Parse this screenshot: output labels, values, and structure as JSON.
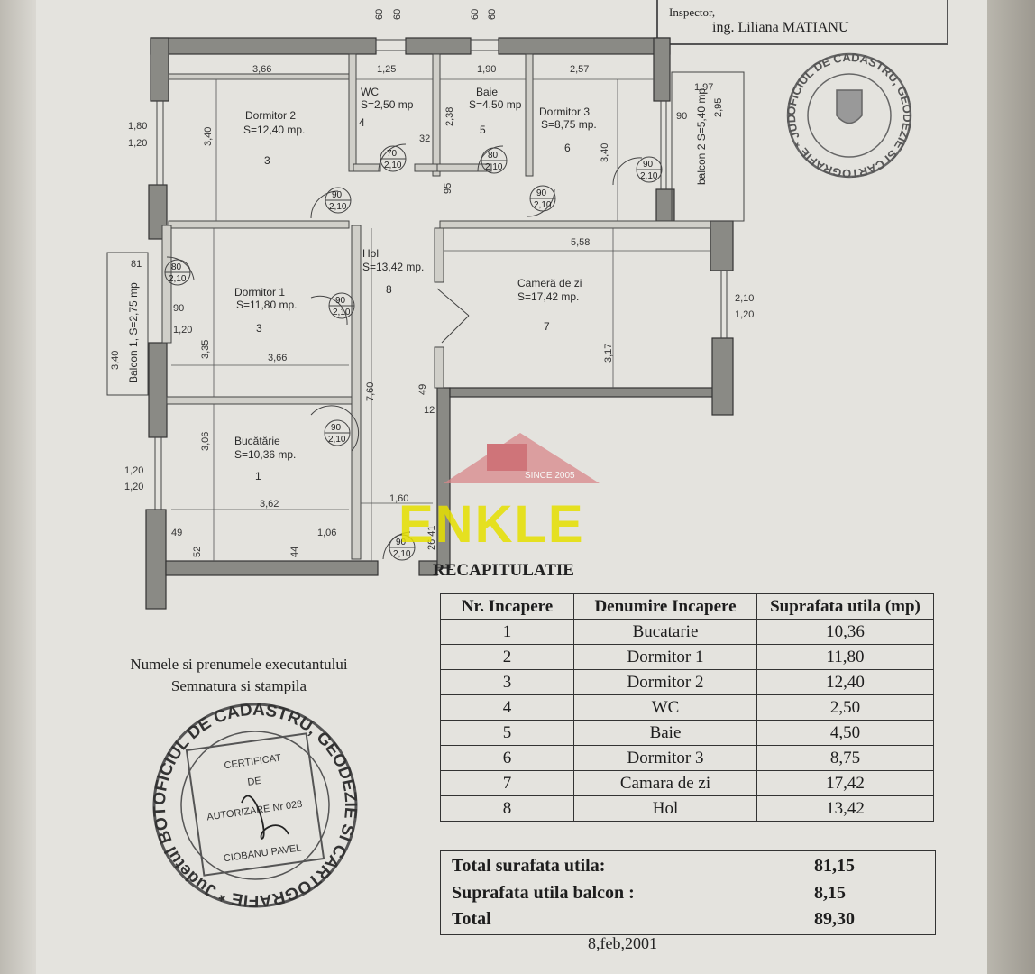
{
  "inspector": {
    "label": "Inspector,",
    "name": "ing. Liliana MATIANU"
  },
  "plan": {
    "rooms": [
      {
        "name": "Dormitor 2",
        "area": "S=12,40 mp.",
        "num": "3"
      },
      {
        "name": "WC",
        "area": "S=2,50 mp",
        "num": "4"
      },
      {
        "name": "Baie",
        "area": "S=4,50 mp",
        "num": "5"
      },
      {
        "name": "Dormitor 3",
        "area": "S=8,75 mp.",
        "num": "6"
      },
      {
        "name": "Hol",
        "area": "S=13,42 mp.",
        "num": "8"
      },
      {
        "name": "Dormitor 1",
        "area": "S=11,80 mp.",
        "num": "3"
      },
      {
        "name": "Cameră de zi",
        "area": "S=17,42 mp.",
        "num": "7"
      },
      {
        "name": "Bucătărie",
        "area": "S=10,36 mp.",
        "num": "1"
      }
    ],
    "balcony1": "Balcon 1, S=2,75 mp",
    "balcony2": "balcon 2 S=5,40 mp",
    "dims": {
      "top60a": "60",
      "top60b": "60",
      "top60c": "60",
      "top60d": "60",
      "d366a": "3,66",
      "d125": "1,25",
      "d190": "1,90",
      "d257": "2,57",
      "d340a": "3,40",
      "d238": "2,38",
      "d32": "32",
      "d340b": "3,40",
      "d197": "1,97",
      "d295": "2,95",
      "d90a": "90",
      "d180": "1,80",
      "d120a": "1,20",
      "d95": "95",
      "d558": "5,58",
      "d81": "81",
      "d90b": "90",
      "d120b": "1,20",
      "d335": "3,35",
      "d366b": "3,66",
      "d340c": "3,40",
      "d210": "2,10",
      "d120c": "1,20",
      "d317": "3,17",
      "d760": "7,60",
      "d49a": "49",
      "d12": "12",
      "d306": "3,06",
      "d120d": "1,20",
      "d120e": "1,20",
      "d362": "3,62",
      "d160": "1,60",
      "d49b": "49",
      "d52": "52",
      "d44": "44",
      "d106": "1,06",
      "d2641": "26 41"
    },
    "doors": [
      {
        "w": "70",
        "h": "2,10"
      },
      {
        "w": "80",
        "h": "2,10"
      },
      {
        "w": "90",
        "h": "2,10"
      },
      {
        "w": "90",
        "h": "2,10"
      },
      {
        "w": "90",
        "h": "2,10"
      },
      {
        "w": "80",
        "h": "2,10"
      },
      {
        "w": "90",
        "h": "2,10"
      },
      {
        "w": "90",
        "h": "2,10"
      },
      {
        "w": "90",
        "h": "2,10"
      }
    ]
  },
  "recap": {
    "title": "RECAPITULATIE",
    "headers": [
      "Nr. Incapere",
      "Denumire Incapere",
      "Suprafata utila (mp)"
    ],
    "rows": [
      [
        "1",
        "Bucatarie",
        "10,36"
      ],
      [
        "2",
        "Dormitor 1",
        "11,80"
      ],
      [
        "3",
        "Dormitor 2",
        "12,40"
      ],
      [
        "4",
        "WC",
        "2,50"
      ],
      [
        "5",
        "Baie",
        "4,50"
      ],
      [
        "6",
        "Dormitor 3",
        "8,75"
      ],
      [
        "7",
        "Camara de zi",
        "17,42"
      ],
      [
        "8",
        "Hol",
        "13,42"
      ]
    ],
    "totals": [
      {
        "label": "Total surafata utila:",
        "value": "81,15"
      },
      {
        "label": "Suprafata utila balcon :",
        "value": "8,15"
      },
      {
        "label": "Total",
        "value": "89,30"
      }
    ]
  },
  "executant": {
    "line1": "Numele si prenumele executantului",
    "line2": "Semnatura si stampila"
  },
  "stamp_left": {
    "ring": "OFICIUL DE CADASTRU, GEODEZIE SI CARTOGRAFIE * Judetul BOTOSANI *",
    "inner": [
      "CERTIFICAT",
      "DE",
      "AUTORIZARE Nr 028",
      "CIOBANU PAVEL"
    ]
  },
  "stamp_right": {
    "ring": "OFICIUL DE CADASTRU, GEODEZIE SI CARTOGRAFIE * JUDETUL BOTOSANI *"
  },
  "watermark": {
    "text": "ENKLE",
    "tagline": "SINCE 2005"
  },
  "date": "8,feb,2001"
}
